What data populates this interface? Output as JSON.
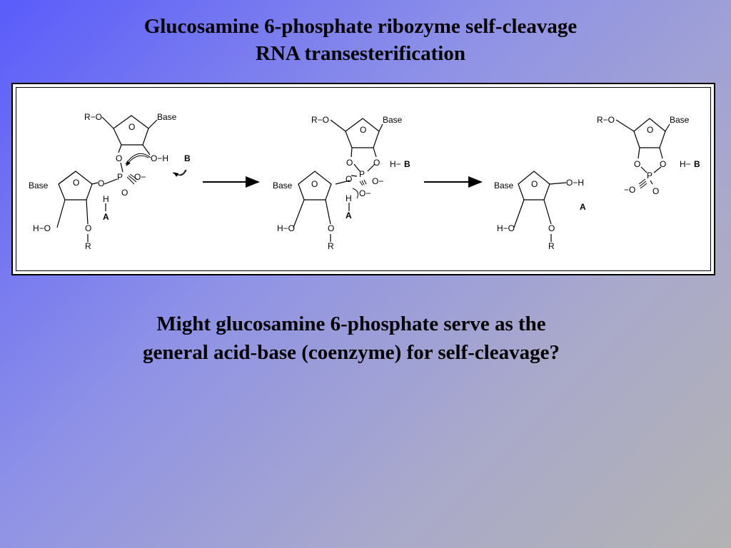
{
  "slide": {
    "title_line1": "Glucosamine 6-phosphate ribozyme self-cleavage",
    "title_line2": "RNA transesterification",
    "question_line1": "Might glucosamine 6-phosphate serve as the",
    "question_line2": "general acid-base (coenzyme) for self-cleavage?"
  },
  "scheme": {
    "s1": {
      "r_o": "R−O",
      "base_top": "Base",
      "ring_o_top": "O",
      "o_left": "O",
      "o_h": "O−H",
      "b": "B",
      "p": "P",
      "o_minus": "O−",
      "o_bottom": "O",
      "o_bridge": "O",
      "base_bottom": "Base",
      "ring_o_bottom": "O",
      "h_o": "H−O",
      "o_3": "O",
      "r": "R",
      "h": "H",
      "a": "A"
    },
    "s2": {
      "r_o": "R−O",
      "base_top": "Base",
      "ring_o_top": "O",
      "o_left": "O",
      "o_right": "O",
      "p": "P",
      "o_minus": "O−",
      "h_b": "H−",
      "b": "B",
      "o_bridge": "O",
      "o_minus_bottom": "O−",
      "h": "H",
      "a": "A",
      "base_bottom": "Base",
      "ring_o_bottom": "O",
      "h_o": "H−O",
      "o_3": "O",
      "r": "R"
    },
    "s3": {
      "base_bottom": "Base",
      "ring_o_bottom": "O",
      "o_h": "O−H",
      "h_o": "H−O",
      "o_3": "O",
      "r": "R",
      "a": "A",
      "r_o": "R−O",
      "base_top": "Base",
      "ring_o_top": "O",
      "o_left": "O",
      "o_right": "O",
      "p": "P",
      "minus_o": "−O",
      "o_bottom": "O",
      "h_b": "H−",
      "b": "B"
    }
  }
}
